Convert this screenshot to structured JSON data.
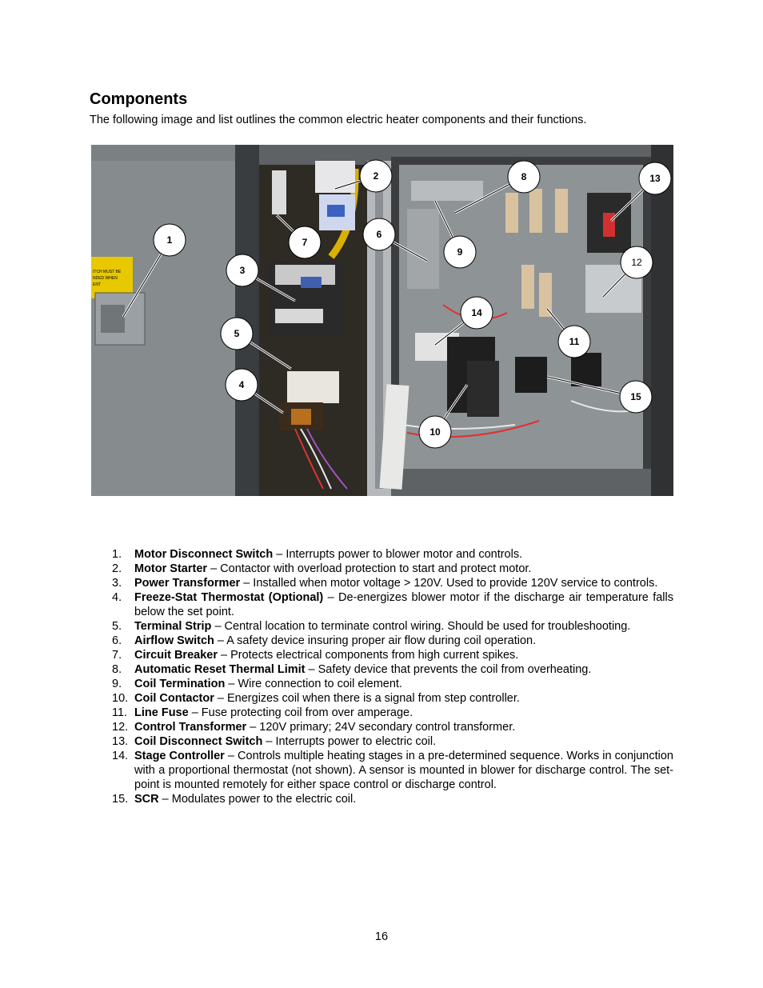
{
  "heading": "Components",
  "intro": "The following image and list outlines the common electric heater components and their functions.",
  "photo": {
    "warning_label": "ITCH MUST BE\nNDED WHEN\nENT",
    "callouts": [
      "1",
      "2",
      "3",
      "4",
      "5",
      "6",
      "7",
      "8",
      "9",
      "10",
      "11",
      "12",
      "13",
      "14",
      "15"
    ]
  },
  "components": [
    {
      "num": "1.",
      "term": "Motor Disconnect Switch",
      "desc": " – Interrupts power to blower motor and controls."
    },
    {
      "num": "2.",
      "term": "Motor Starter",
      "desc": " – Contactor with overload protection to start and protect motor."
    },
    {
      "num": "3.",
      "term": "Power Transformer",
      "desc": " – Installed when motor voltage > 120V.  Used to provide 120V service to controls."
    },
    {
      "num": "4.",
      "term": "Freeze-Stat Thermostat (Optional)",
      "desc": " – De-energizes blower motor if the discharge air temperature falls below the set point."
    },
    {
      "num": "5.",
      "term": "Terminal Strip",
      "desc": " – Central location to terminate control wiring.  Should be used for troubleshooting."
    },
    {
      "num": "6.",
      "term": "Airflow Switch",
      "desc": " – A safety device insuring proper air flow during coil operation."
    },
    {
      "num": "7.",
      "term": "Circuit Breaker",
      "desc": " – Protects electrical components from high current spikes."
    },
    {
      "num": "8.",
      "term": "Automatic Reset Thermal Limit",
      "desc": " – Safety device that prevents the coil from overheating."
    },
    {
      "num": "9.",
      "term": "Coil Termination",
      "desc": " – Wire connection to coil element."
    },
    {
      "num": "10.",
      "term": "Coil Contactor",
      "desc": " – Energizes coil when there is a signal from step controller."
    },
    {
      "num": "11.",
      "term": "Line Fuse",
      "desc": " – Fuse protecting coil from over amperage."
    },
    {
      "num": "12.",
      "term": "Control Transformer",
      "desc": " – 120V primary; 24V secondary control transformer."
    },
    {
      "num": "13.",
      "term": "Coil Disconnect Switch",
      "desc": " – Interrupts power to electric coil."
    },
    {
      "num": "14.",
      "term": "Stage Controller",
      "desc": " – Controls multiple heating stages in a pre-determined sequence.  Works in conjunction with a proportional thermostat (not shown).  A sensor is mounted in blower for discharge control.  The set-point is mounted remotely for either space control or discharge control."
    },
    {
      "num": "15.",
      "term": "SCR",
      "desc": " – Modulates power to the electric coil."
    }
  ],
  "page_number": "16"
}
